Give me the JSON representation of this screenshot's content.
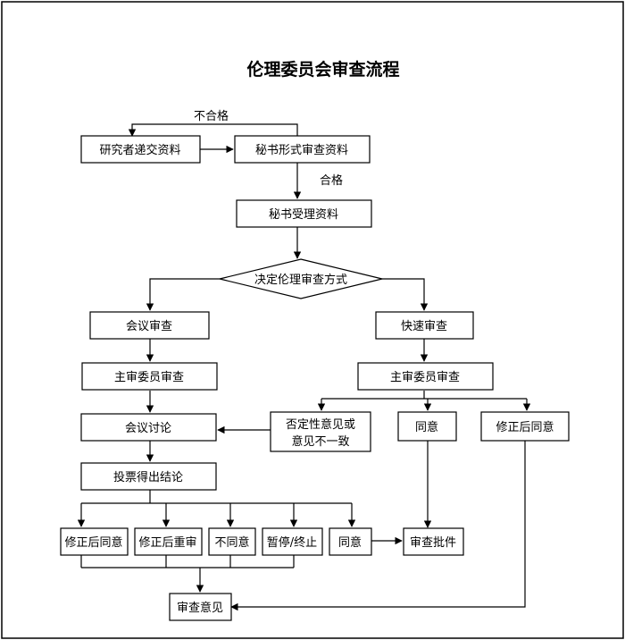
{
  "title": "伦理委员会审查流程",
  "labels": {
    "fail": "不合格",
    "pass": "合格"
  },
  "nodes": {
    "researcher_submit": "研究者递交资料",
    "secretary_form_review": "秘书形式审查资料",
    "secretary_accept": "秘书受理资料",
    "decide_method": "决定伦理审查方式",
    "meeting_review": "会议审查",
    "fast_review": "快速审查",
    "main_reviewer_left": "主审委员审查",
    "main_reviewer_right": "主审委员审查",
    "meeting_discussion": "会议讨论",
    "negative_opinion_line1": "否定性意见或",
    "negative_opinion_line2": "意见不一致",
    "fast_agree": "同意",
    "fast_revise_agree": "修正后同意",
    "vote_conclusion": "投票得出结论",
    "out_revise_agree": "修正后同意",
    "out_revise_review": "修正后重审",
    "out_disagree": "不同意",
    "out_suspend": "暂停/终止",
    "out_agree": "同意",
    "approval": "审查批件",
    "review_opinion": "审查意见"
  }
}
